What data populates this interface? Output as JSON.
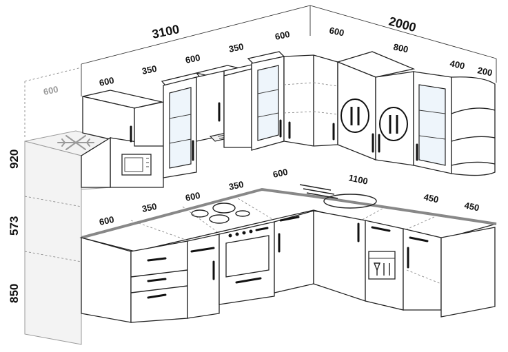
{
  "dimensions": {
    "total_length_left": "3100",
    "total_length_right": "2000",
    "upper_left_1": "600",
    "upper_left_2": "350",
    "upper_left_3": "600",
    "upper_left_4": "350",
    "upper_left_5": "600",
    "upper_corner": "600",
    "upper_right_1": "800",
    "upper_right_2": "400",
    "upper_right_3": "200",
    "fridge_depth": "600",
    "lower_left_1": "600",
    "lower_left_2": "350",
    "lower_left_3": "600",
    "lower_left_4": "350",
    "lower_left_5": "600",
    "lower_right_1": "1100",
    "lower_right_2": "450",
    "lower_right_3": "450",
    "height_top": "920",
    "height_mid": "573",
    "height_bottom": "850"
  },
  "colors": {
    "line": "#222222",
    "glass": "#eef5fb",
    "counter": "#888888",
    "fridge": "#f3f3f3"
  },
  "icons": {
    "cutlery": "fork-knife-icon",
    "snowflake": "snowflake-icon",
    "microwave": "microwave-icon",
    "oven": "oven-icon",
    "dishwasher": "dishwasher-icon",
    "hob": "cooktop-icon",
    "sink": "sink-icon",
    "hood": "range-hood-icon"
  }
}
